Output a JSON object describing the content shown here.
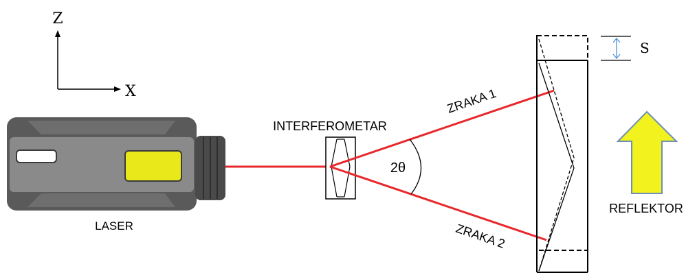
{
  "axes": {
    "z_label": "Z",
    "x_label": "X"
  },
  "labels": {
    "laser": "LASER",
    "interferometer": "INTERFEROMETAR",
    "beam1": "ZRAKA 1",
    "beam2": "ZRAKA 2",
    "angle": "2θ",
    "displacement": "S",
    "reflector": "REFLEKTOR"
  },
  "colors": {
    "beam": "#e8282b",
    "laser_body": "#7c7c7c",
    "laser_top": "#5a5a5a",
    "laser_window": "#e8e81a",
    "arrow_fill": "#f2f21e",
    "arrow_stroke": "#6f8fb5",
    "s_arrow": "#4a90d9"
  }
}
